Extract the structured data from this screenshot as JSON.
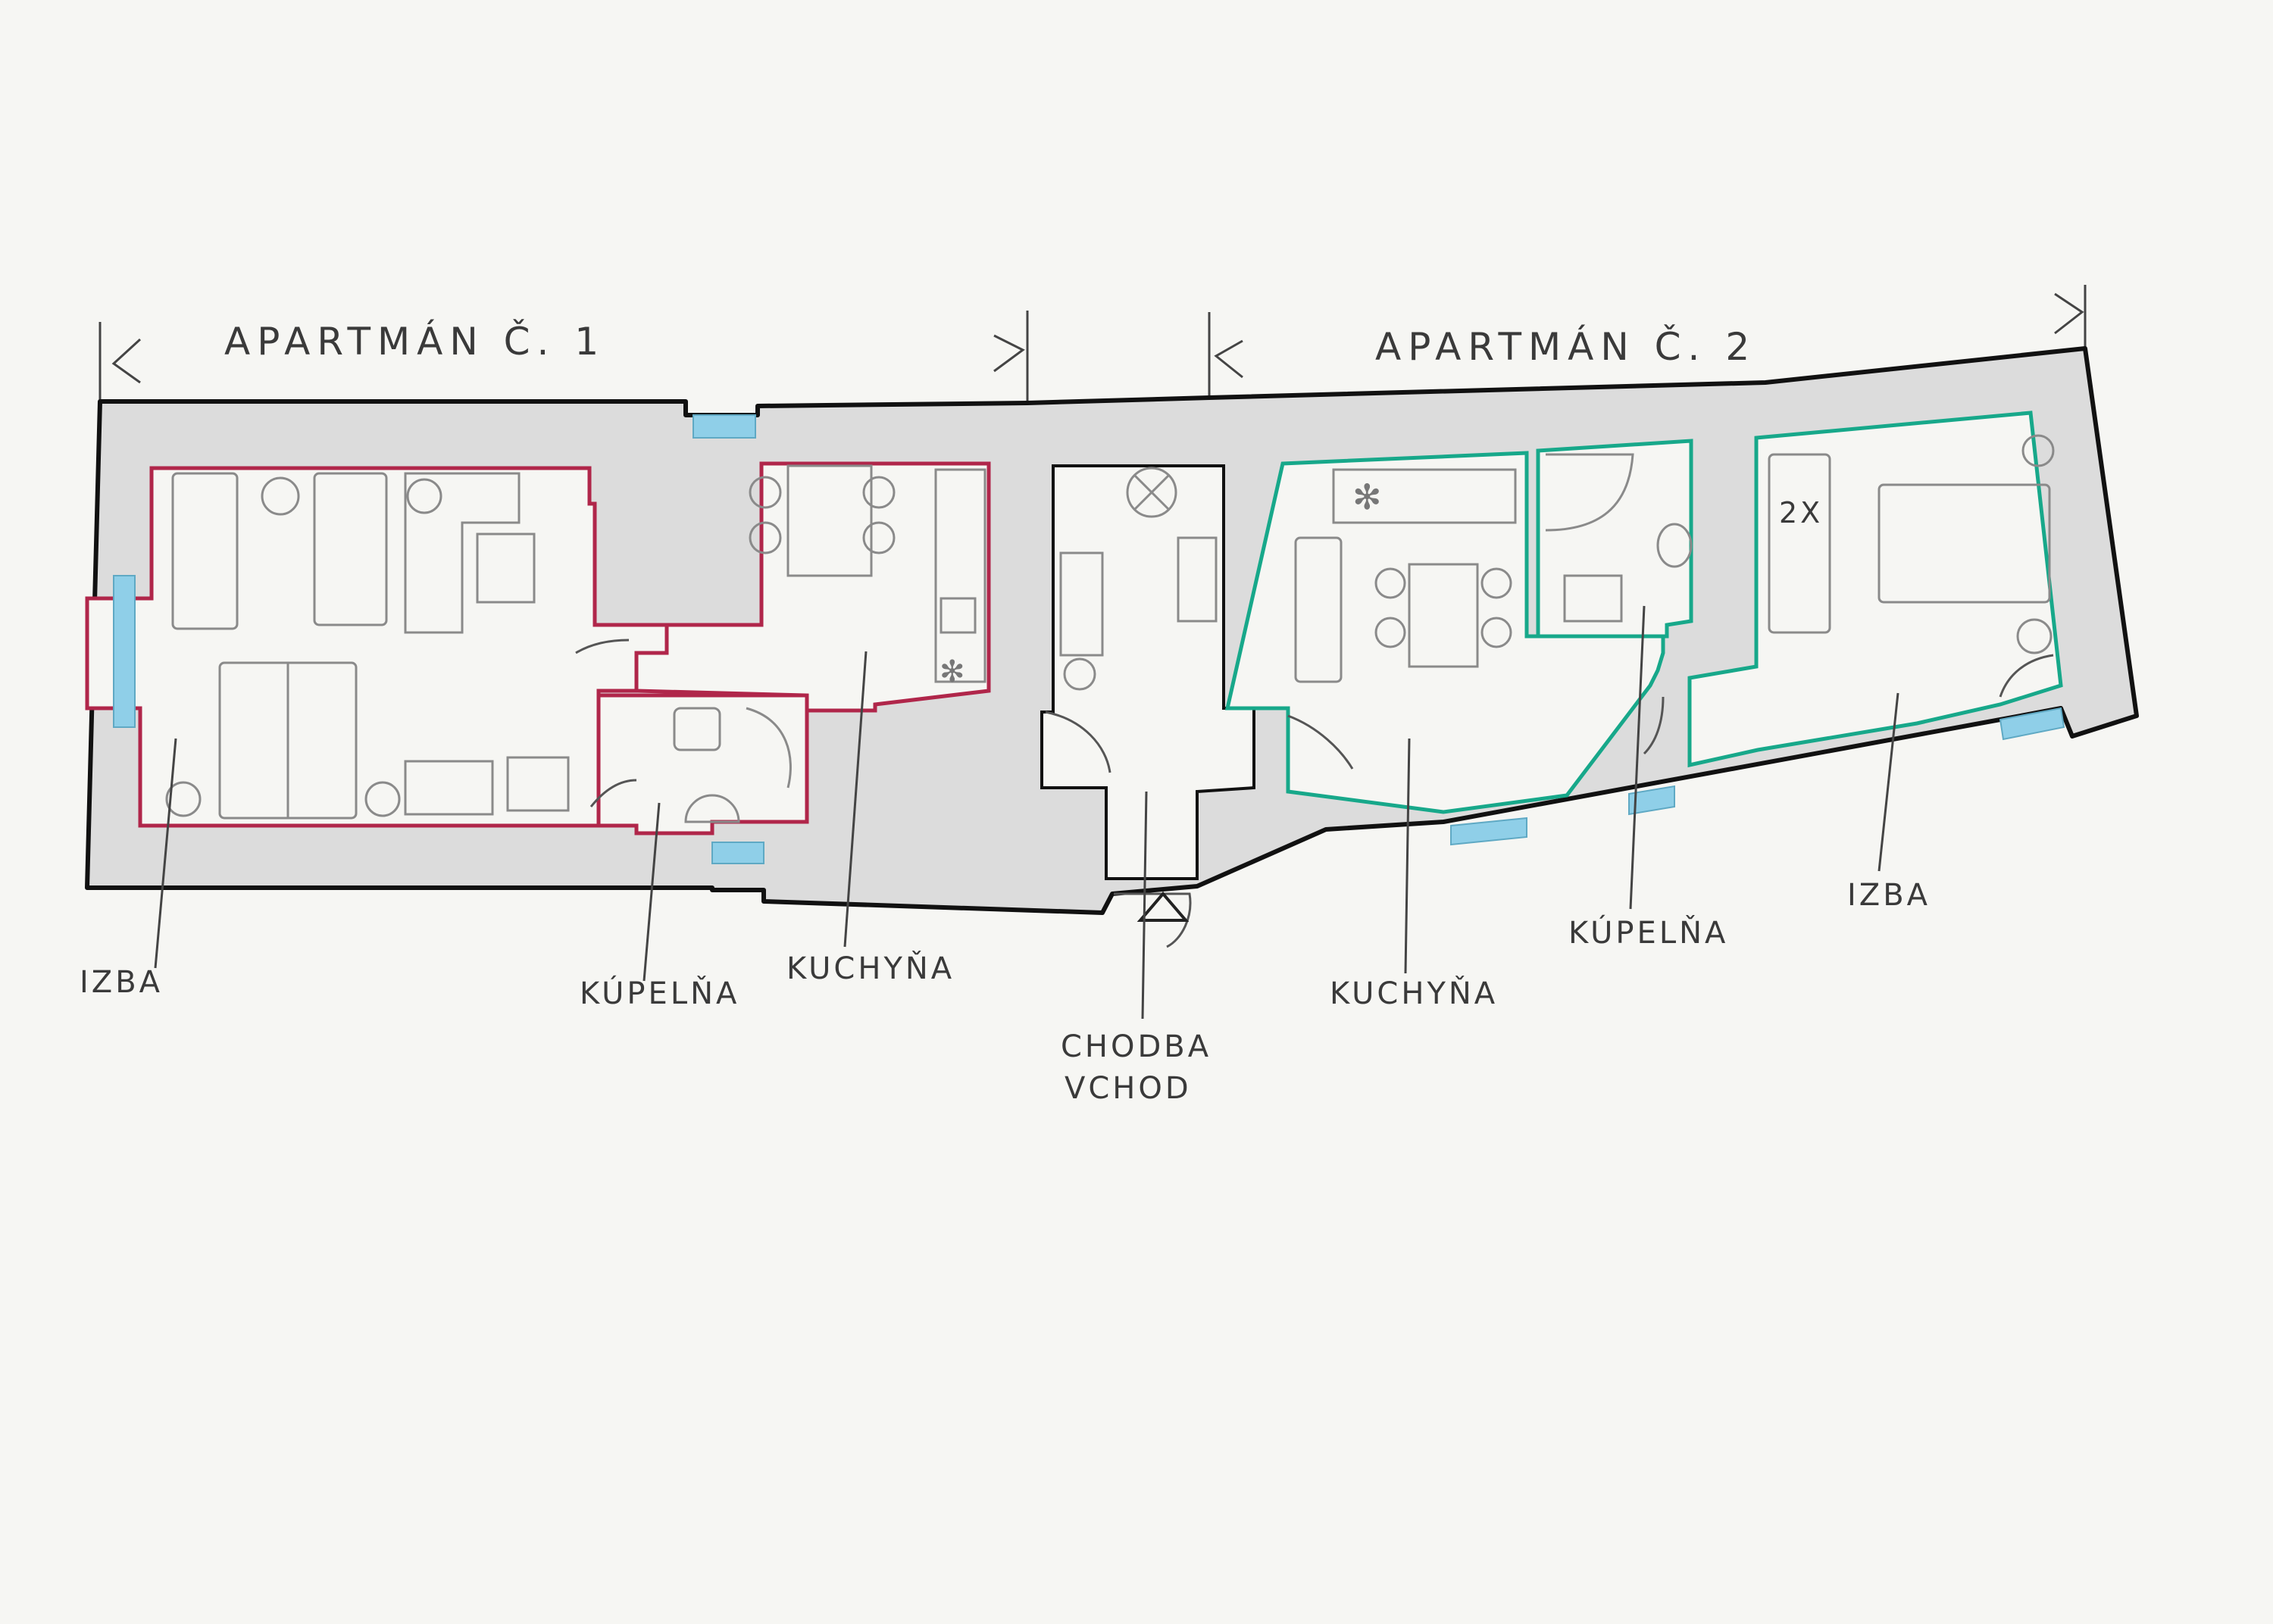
{
  "apartments": [
    {
      "label": "APARTMÁN Č. 1"
    },
    {
      "label": "APARTMÁN Č. 2"
    }
  ],
  "rooms": {
    "apt1_izba": "IZBA",
    "apt1_kupelna": "KÚPELŇA",
    "apt1_kuchyna": "KUCHYŇA",
    "chodba": "CHODBA",
    "vchod": "VCHOD",
    "apt2_kuchyna": "KUCHYŇA",
    "apt2_kupelna": "KÚPELŇA",
    "apt2_izba": "IZBA"
  },
  "annotations": {
    "beds_count": "2X"
  },
  "colors": {
    "paper": "#f6f6f3",
    "wall_fill": "#dcdcdc",
    "outline": "#111111",
    "apartment_1": "#b0264a",
    "apartment_2": "#17a88a",
    "window": "#8fcfe8",
    "furniture": "#8a8a8a"
  }
}
